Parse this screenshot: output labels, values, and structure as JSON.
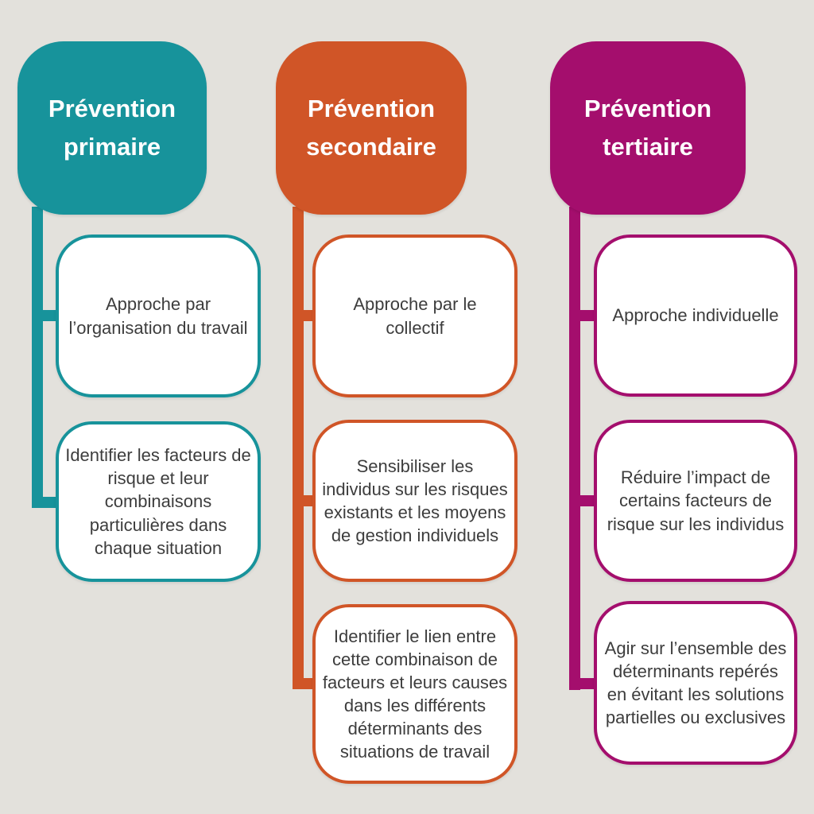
{
  "background_color": "#e3e1dc",
  "card_background": "#ffffff",
  "title_color": "#ffffff",
  "body_text_color": "#3d3d3d",
  "columns": [
    {
      "id": "primaire",
      "title": "Prévention primaire",
      "color": "#17939b",
      "items": [
        {
          "text": "Approche par l’organisation du travail"
        },
        {
          "text": "Identifier les facteurs de risque et leur combinaisons particulières dans chaque situation"
        }
      ]
    },
    {
      "id": "secondaire",
      "title": "Prévention secondaire",
      "color": "#d05527",
      "items": [
        {
          "text": "Approche par le collectif"
        },
        {
          "text": "Sensibiliser les individus sur les risques existants et les moyens de gestion individuels"
        },
        {
          "text": "Identifier le lien entre cette combinaison de facteurs et leurs causes dans les différents déterminants  des situations de travail"
        }
      ]
    },
    {
      "id": "tertiaire",
      "title": "Prévention tertiaire",
      "color": "#a40e6d",
      "items": [
        {
          "text": "Approche individuelle"
        },
        {
          "text": "Réduire l’impact de certains facteurs de risque sur les individus"
        },
        {
          "text": "Agir sur l’ensemble des déterminants repérés en évitant les solutions partielles ou exclusives"
        }
      ]
    }
  ]
}
